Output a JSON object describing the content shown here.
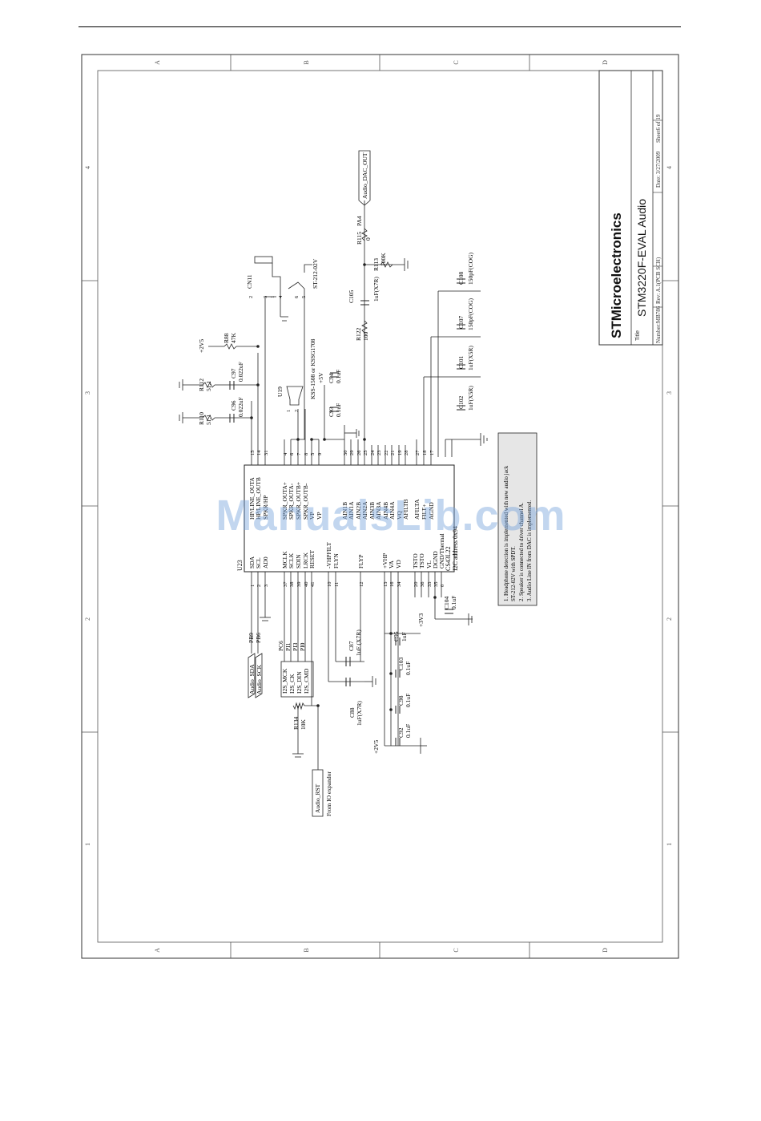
{
  "frame": {
    "col_labels": [
      "A",
      "B",
      "C",
      "D"
    ],
    "row_labels": [
      "4",
      "3",
      "2",
      "1"
    ]
  },
  "title_block": {
    "company": "STMicroelectronics",
    "title_label": "Title",
    "title": "STM3220F-EVAL Audio",
    "number": "Number:MB786",
    "rev": "Rev: A.1(PCB SCH)",
    "date": "Date: 3/27/2009",
    "sheet": "Sheet6 of 19"
  },
  "ic": {
    "ref": "U23",
    "part": "CS43L22",
    "address": "I2C address 0x94",
    "left_pins": [
      {
        "num": "1",
        "name": "SDA"
      },
      {
        "num": "2",
        "name": "SCL"
      },
      {
        "num": "3",
        "name": "AD0"
      },
      {
        "num": "37",
        "name": "MCLK"
      },
      {
        "num": "38",
        "name": "SCLK"
      },
      {
        "num": "39",
        "name": "SDIN"
      },
      {
        "num": "40",
        "name": "LRCK"
      },
      {
        "num": "41",
        "name": "RESET"
      },
      {
        "num": "10",
        "name": "-VHPFILT"
      },
      {
        "num": "11",
        "name": "FLYN"
      },
      {
        "num": "12",
        "name": "FLYP"
      },
      {
        "num": "13",
        "name": "+VHP"
      },
      {
        "num": "16",
        "name": "VA"
      },
      {
        "num": "34",
        "name": "VD"
      },
      {
        "num": "20",
        "name": "TSTO"
      },
      {
        "num": "36",
        "name": "TSTO"
      },
      {
        "num": "33",
        "name": "VL"
      },
      {
        "num": "35",
        "name": "DGND"
      },
      {
        "num": "0",
        "name": "GND/Thermal"
      }
    ],
    "right_pins": [
      {
        "num": "15",
        "name": "HP/LINE_OUTA"
      },
      {
        "num": "14",
        "name": "HP/LINE_OUTB"
      },
      {
        "num": "31",
        "name": "SPKR/HP"
      },
      {
        "num": "4",
        "name": "SPKR_OUTA+"
      },
      {
        "num": "6",
        "name": "SPKR_OUTA-"
      },
      {
        "num": "7",
        "name": "SPKR_OUTB+"
      },
      {
        "num": "8",
        "name": "SPKR_OUTB-"
      },
      {
        "num": "5",
        "name": "VP"
      },
      {
        "num": "9",
        "name": "VP"
      },
      {
        "num": "30",
        "name": "AIN1B"
      },
      {
        "num": "29",
        "name": "AIN1A"
      },
      {
        "num": "26",
        "name": "AIN2B"
      },
      {
        "num": "25",
        "name": "AIN2A"
      },
      {
        "num": "24",
        "name": "AIN3B"
      },
      {
        "num": "23",
        "name": "AIN3A"
      },
      {
        "num": "22",
        "name": "AIN4B"
      },
      {
        "num": "21",
        "name": "AIN4A"
      },
      {
        "num": "19",
        "name": "VQ"
      },
      {
        "num": "28",
        "name": "AFILTB"
      },
      {
        "num": "27",
        "name": "AFILTA"
      },
      {
        "num": "18",
        "name": "FILT+"
      },
      {
        "num": "17",
        "name": "AGND"
      }
    ]
  },
  "nets": {
    "audio_sda": "Audio_SDA",
    "audio_sck": "Audio_SCK",
    "pb9": "PB9",
    "pb6": "PB6",
    "i2s_mck": "I2S_MCK",
    "i2s_ck": "I2S_CK",
    "i2s_din": "I2S_DIN",
    "i2s_cmd": "I2S_CMD",
    "pc6": "PC6",
    "pi1": "PI1",
    "pi3": "PI3",
    "pi0": "PI0",
    "audio_rst": "Audio_RST",
    "from_io": "From IO expandor",
    "audio_dac_out": "Audio_DAC_OUT"
  },
  "components": {
    "r134": "R134",
    "r134_val": "10K",
    "c88": "C88",
    "c88_val": "1uF(X7R)",
    "c87": "C87",
    "c87_val": "1uF (X7R)",
    "c92": "C92",
    "c92_val": "0.1uF",
    "c98": "C98",
    "c98_val": "0.1uF",
    "c103": "C103",
    "c103_val": "0.1uF",
    "c95": "C95",
    "c95_val": "1uF",
    "c104": "C104",
    "c104_val": "0.1uF",
    "plus2v5_a": "+2V5",
    "plus2v5_b": "+2V5",
    "plus3v3": "+3V3",
    "r110": "R110",
    "r110_val": "51.1",
    "r112": "R112",
    "r112_val": "51.1",
    "c96": "C96",
    "c96_val": "0.022uF",
    "c97": "C97",
    "c97_val": "0.022uF",
    "r88": "R88",
    "r88_val": "47K",
    "cn11": "CN11",
    "cn11_part": "ST-212-02V",
    "u19": "U19",
    "u19_part": "KSS-1508 or KSSG1708",
    "plus5v": "+5V",
    "c93": "C93",
    "c93_val": "0.1uF",
    "c94": "C94",
    "c94_val": "0.1uF",
    "r122": "R122",
    "r122_val": "100",
    "c105": "C105",
    "c105_val": "1uF(X7R)",
    "r113": "R113",
    "r113_val": "100K",
    "r115": "R115",
    "r115_net": "PA4",
    "r115_val": "0",
    "c102": "C102",
    "c102_val": "1uF(X5R)",
    "c101": "C101",
    "c101_val": "1uF(X5R)",
    "c107": "C107",
    "c107_val": "150pF(COG)",
    "c108": "C108",
    "c108_val": "150pF(COG)"
  },
  "notes": [
    "1. Headphone detection is implemented with new audio jack",
    "ST-212-02V with SPDT.",
    "2. Speaker is connected to driver channel A.",
    "3. Audio Line IN from DAC is implemented."
  ],
  "watermark": "ManualsLib.com"
}
